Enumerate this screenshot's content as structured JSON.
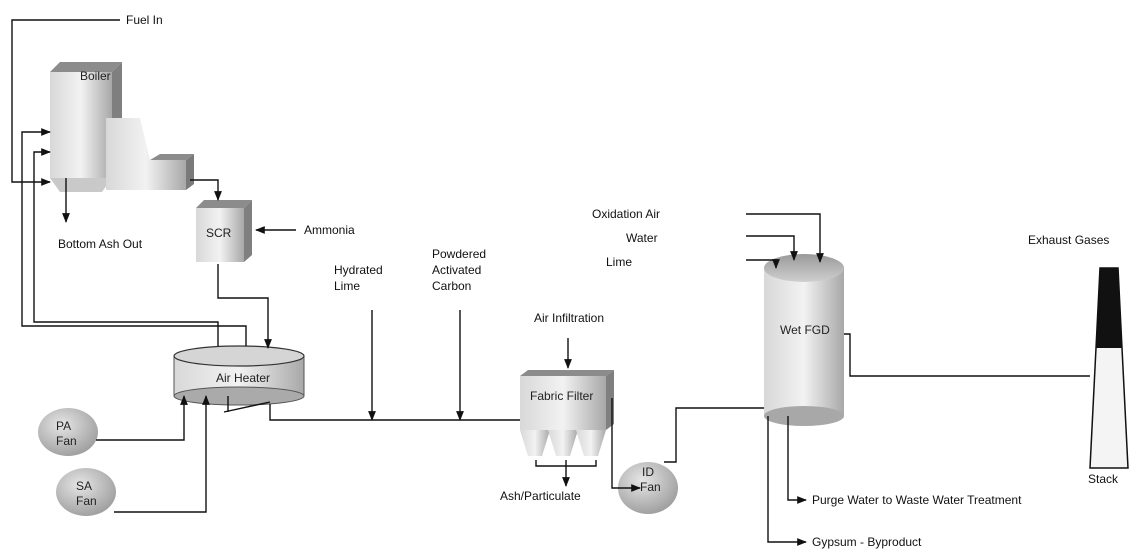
{
  "equipment": {
    "boiler": "Boiler",
    "scr": "SCR",
    "air_heater": "Air Heater",
    "pa_fan": [
      "PA",
      "Fan"
    ],
    "sa_fan": [
      "SA",
      "Fan"
    ],
    "fabric_filter": "Fabric Filter",
    "id_fan": [
      "ID",
      "Fan"
    ],
    "wet_fgd": "Wet FGD",
    "stack": "Stack"
  },
  "streams": {
    "fuel_in": "Fuel In",
    "bottom_ash_out": "Bottom Ash Out",
    "ammonia": "Ammonia",
    "hydrated_lime": [
      "Hydrated",
      "Lime"
    ],
    "powdered_activated_carbon": [
      "Powdered",
      "Activated",
      "Carbon"
    ],
    "air_infiltration": "Air Infiltration",
    "ash_particulate": "Ash/Particulate",
    "oxidation_air": "Oxidation Air",
    "water": "Water",
    "lime": "Lime",
    "exhaust_gases": "Exhaust Gases",
    "purge_water": "Purge Water to Waste Water Treatment",
    "gypsum": "Gypsum - Byproduct"
  },
  "colors": {
    "equipment_fill_light": "#e6e6e6",
    "equipment_fill_dark": "#9a9a9a",
    "line": "#111111"
  }
}
